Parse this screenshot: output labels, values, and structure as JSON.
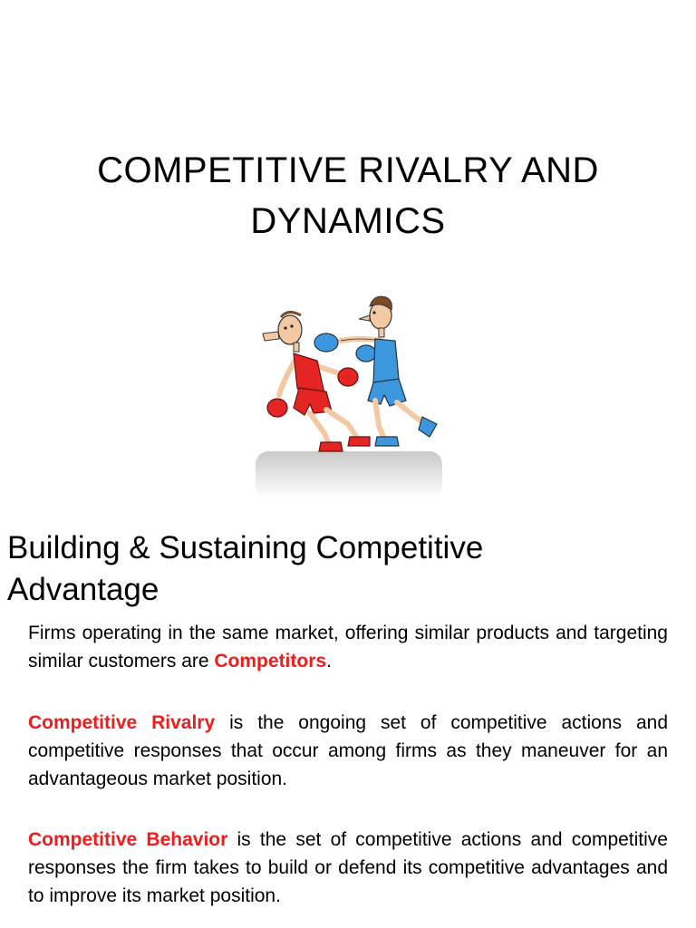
{
  "slide": {
    "title_line1": "COMPETITIVE RIVALRY AND",
    "title_line2": "DYNAMICS"
  },
  "illustration": {
    "icon": "boxing-match-illustration",
    "colors": {
      "red_boxer": "#e52424",
      "blue_boxer": "#3d97dd"
    }
  },
  "section": {
    "heading_line1": "Building & Sustaining Competitive",
    "heading_line2": "Advantage"
  },
  "paragraphs": {
    "p1": {
      "before": "Firms operating in the same market, offering similar products and targeting similar customers are ",
      "term": "Competitors",
      "after": "."
    },
    "p2": {
      "term": "Competitive Rivalry",
      "after": " is the ongoing set of competitive actions and competitive responses that occur among firms as they maneuver for an advantageous market position."
    },
    "p3": {
      "term": "Competitive Behavior",
      "after": " is the set of competitive actions and competitive responses the firm takes to build or defend its competitive advantages and to improve its market position."
    }
  },
  "colors": {
    "term_highlight": "#ee1c1c",
    "text": "#000000"
  }
}
